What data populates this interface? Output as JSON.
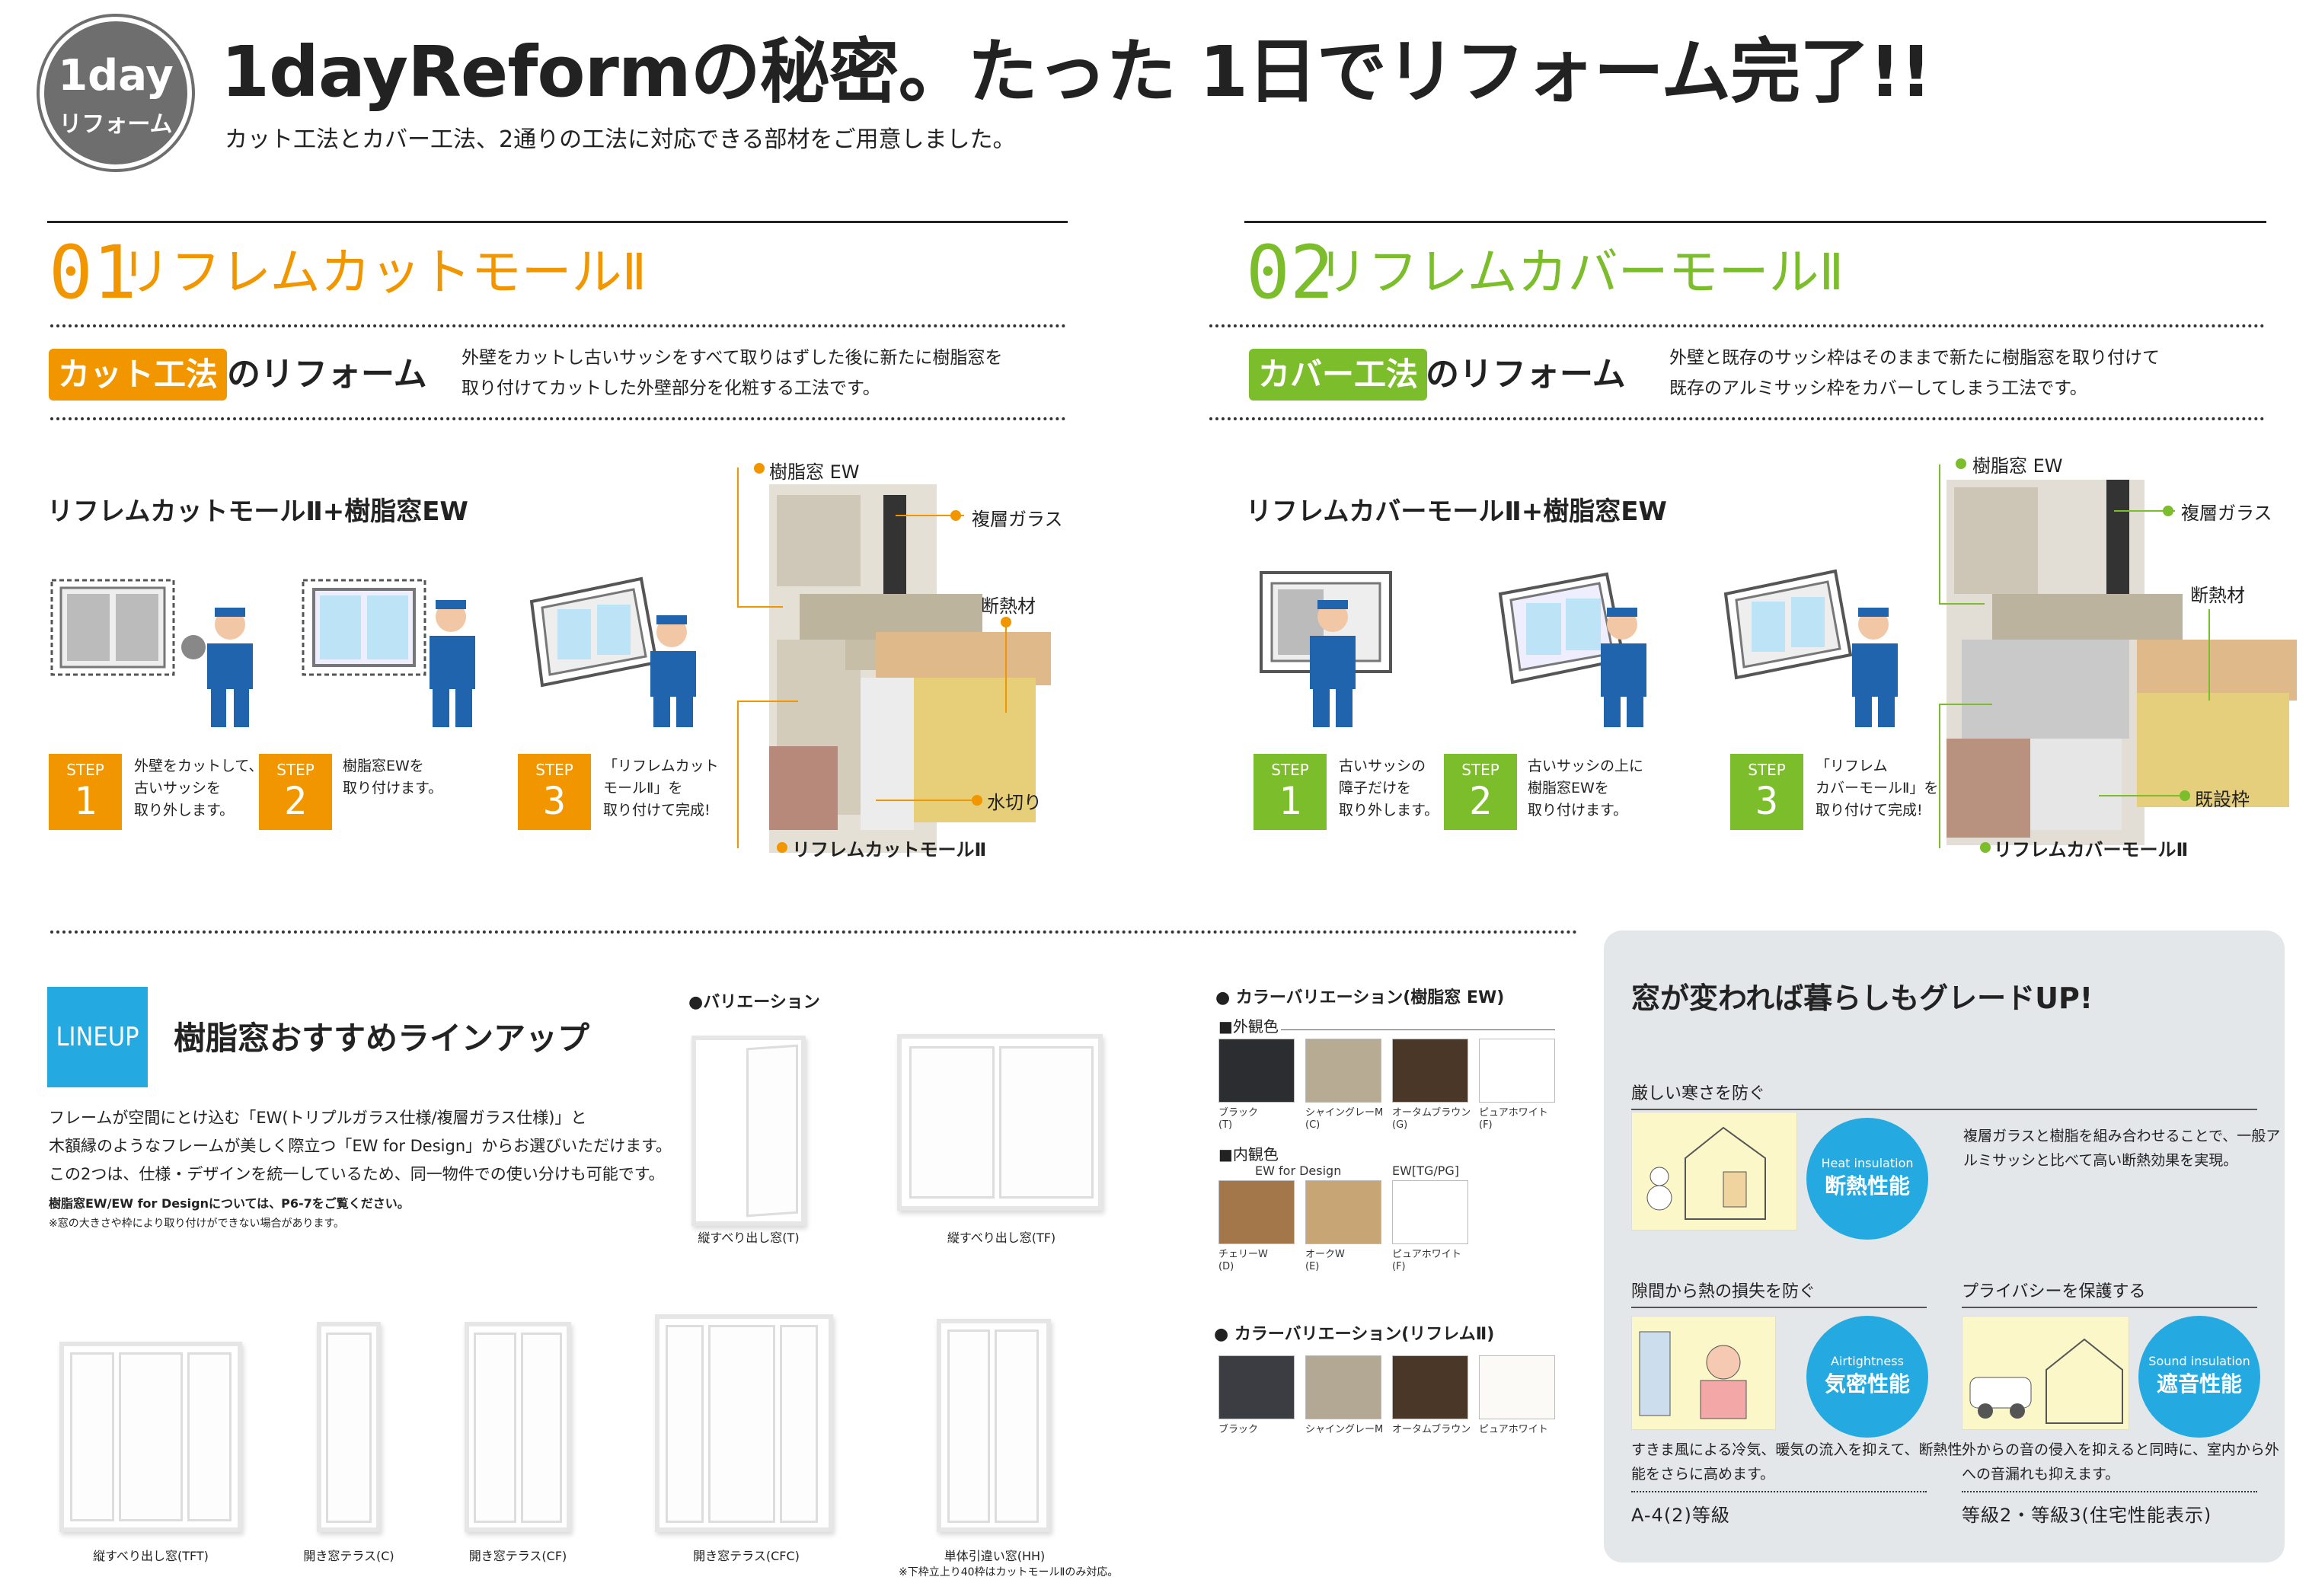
{
  "header": {
    "badge_top": "1day",
    "badge_bottom": "リフォーム",
    "title": "1dayReformの秘密。たった  1日でリフォーム完了!!",
    "subtitle": "カット工法とカバー工法、2通りの工法に対応できる部材をご用意しました。"
  },
  "sec1": {
    "num": "01",
    "name": "リフレムカットモールⅡ",
    "tag": "カット工法",
    "tag_suffix": "のリフォーム",
    "desc1": "外壁をカットし古いサッシをすべて取りはずした後に新たに樹脂窓を",
    "desc2": "取り付けてカットした外壁部分を化粧する工法です。",
    "heading": "リフレムカットモールⅡ+樹脂窓EW",
    "steps": [
      {
        "label": "STEP",
        "num": "1",
        "lines": [
          "外壁をカットして、",
          "古いサッシを",
          "取り外します。"
        ]
      },
      {
        "label": "STEP",
        "num": "2",
        "lines": [
          "樹脂窓EWを",
          "取り付けます。"
        ]
      },
      {
        "label": "STEP",
        "num": "3",
        "lines": [
          "「リフレムカット",
          "モールⅡ」を",
          "取り付けて完成!"
        ]
      }
    ],
    "callouts": {
      "window": "樹脂窓 EW",
      "glass": "複層ガラス",
      "insulation": "断熱材",
      "drip": "水切り",
      "mould": "リフレムカットモールⅡ"
    }
  },
  "sec2": {
    "num": "02",
    "name": "リフレムカバーモールⅡ",
    "tag": "カバー工法",
    "tag_suffix": "のリフォーム",
    "desc1": "外壁と既存のサッシ枠はそのままで新たに樹脂窓を取り付けて",
    "desc2": "既存のアルミサッシ枠をカバーしてしまう工法です。",
    "heading": "リフレムカバーモールⅡ+樹脂窓EW",
    "steps": [
      {
        "label": "STEP",
        "num": "1",
        "lines": [
          "古いサッシの",
          "障子だけを",
          "取り外します。"
        ]
      },
      {
        "label": "STEP",
        "num": "2",
        "lines": [
          "古いサッシの上に",
          "樹脂窓EWを",
          "取り付けます。"
        ]
      },
      {
        "label": "STEP",
        "num": "3",
        "lines": [
          "「リフレム",
          "カバーモールⅡ」を",
          "取り付けて完成!"
        ]
      }
    ],
    "callouts": {
      "window": "樹脂窓 EW",
      "glass": "複層ガラス",
      "insulation": "断熱材",
      "existing": "既設枠",
      "mould": "リフレムカバーモールⅡ"
    }
  },
  "lineup": {
    "box": "LINEUP",
    "title": "樹脂窓おすすめラインアップ",
    "text1": "フレームが空間にとけ込む「EW(トリプルガラス仕様/複層ガラス仕様)」と",
    "text2": "木額縁のようなフレームが美しく際立つ「EW for Design」からお選びいただけます。",
    "text3": "この2つは、仕様・デザインを統一しているため、同一物件での使い分けも可能です。",
    "note1": "樹脂窓EW/EW for Designについては、P6-7をご覧ください。",
    "note2": "※窓の大きさや枠により取り付けができない場合があります。",
    "variation_label": "●バリエーション",
    "windows": [
      "縦すべり出し窓(T)",
      "縦すべり出し窓(TF)",
      "縦すべり出し窓(TFT)",
      "開き窓テラス(C)",
      "開き窓テラス(CF)",
      "開き窓テラス(CFC)",
      "単体引違い窓(HH)"
    ],
    "hh_note": "※下枠立上り40枠はカットモールⅡのみ対応。"
  },
  "colors": {
    "title_ew": "● カラーバリエーション(樹脂窓 EW)",
    "exterior": "■外観色",
    "exterior_items": [
      {
        "name": "ブラック",
        "code": "(T)",
        "color": "#2b2d31"
      },
      {
        "name": "シャイングレーM",
        "code": "(C)",
        "color": "#b8ab93"
      },
      {
        "name": "オータムブラウン",
        "code": "(G)",
        "color": "#4a3728"
      },
      {
        "name": "ピュアホワイト",
        "code": "(F)",
        "color": "#ffffff"
      }
    ],
    "interior": "■内観色",
    "ew_for_design": "EW for Design",
    "ew_tg": "EW[TG/PG]",
    "interior_items": [
      {
        "name": "チェリーW",
        "code": "(D)",
        "color": "#a3774a"
      },
      {
        "name": "オークW",
        "code": "(E)",
        "color": "#c7a574"
      },
      {
        "name": "ピュアホワイト",
        "code": "(F)",
        "color": "#ffffff"
      }
    ],
    "title_reflem": "● カラーバリエーション(リフレムⅡ)",
    "reflem_items": [
      {
        "name": "ブラック",
        "color": "#3b3d42"
      },
      {
        "name": "シャイングレーM",
        "color": "#b3a893"
      },
      {
        "name": "オータムブラウン",
        "color": "#4a3728"
      },
      {
        "name": "ピュアホワイト",
        "color": "#fbfaf6"
      }
    ]
  },
  "panel": {
    "title": "窓が変われば暮らしもグレードUP!",
    "heat": {
      "sub": "厳しい寒さを防ぐ",
      "en": "Heat insulation",
      "jp": "断熱性能",
      "t1": "複層ガラスと樹脂を組み合わせることで、一般ア",
      "t2": "ルミサッシと比べて高い断熱効果を実現。"
    },
    "air": {
      "sub": "隙間から熱の損失を防ぐ",
      "en": "Airtightness",
      "jp": "気密性能",
      "t1": "すきま風による冷気、暖気の流入を抑えて、断熱性",
      "t2": "能をさらに高めます。",
      "grade": "A-4(2)等級"
    },
    "sound": {
      "sub": "プライバシーを保護する",
      "en": "Sound insulation",
      "jp": "遮音性能",
      "t1": "外からの音の侵入を抑えると同時に、室内から外",
      "t2": "への音漏れも抑えます。",
      "grade": "等級2・等級3(住宅性能表示)"
    }
  }
}
